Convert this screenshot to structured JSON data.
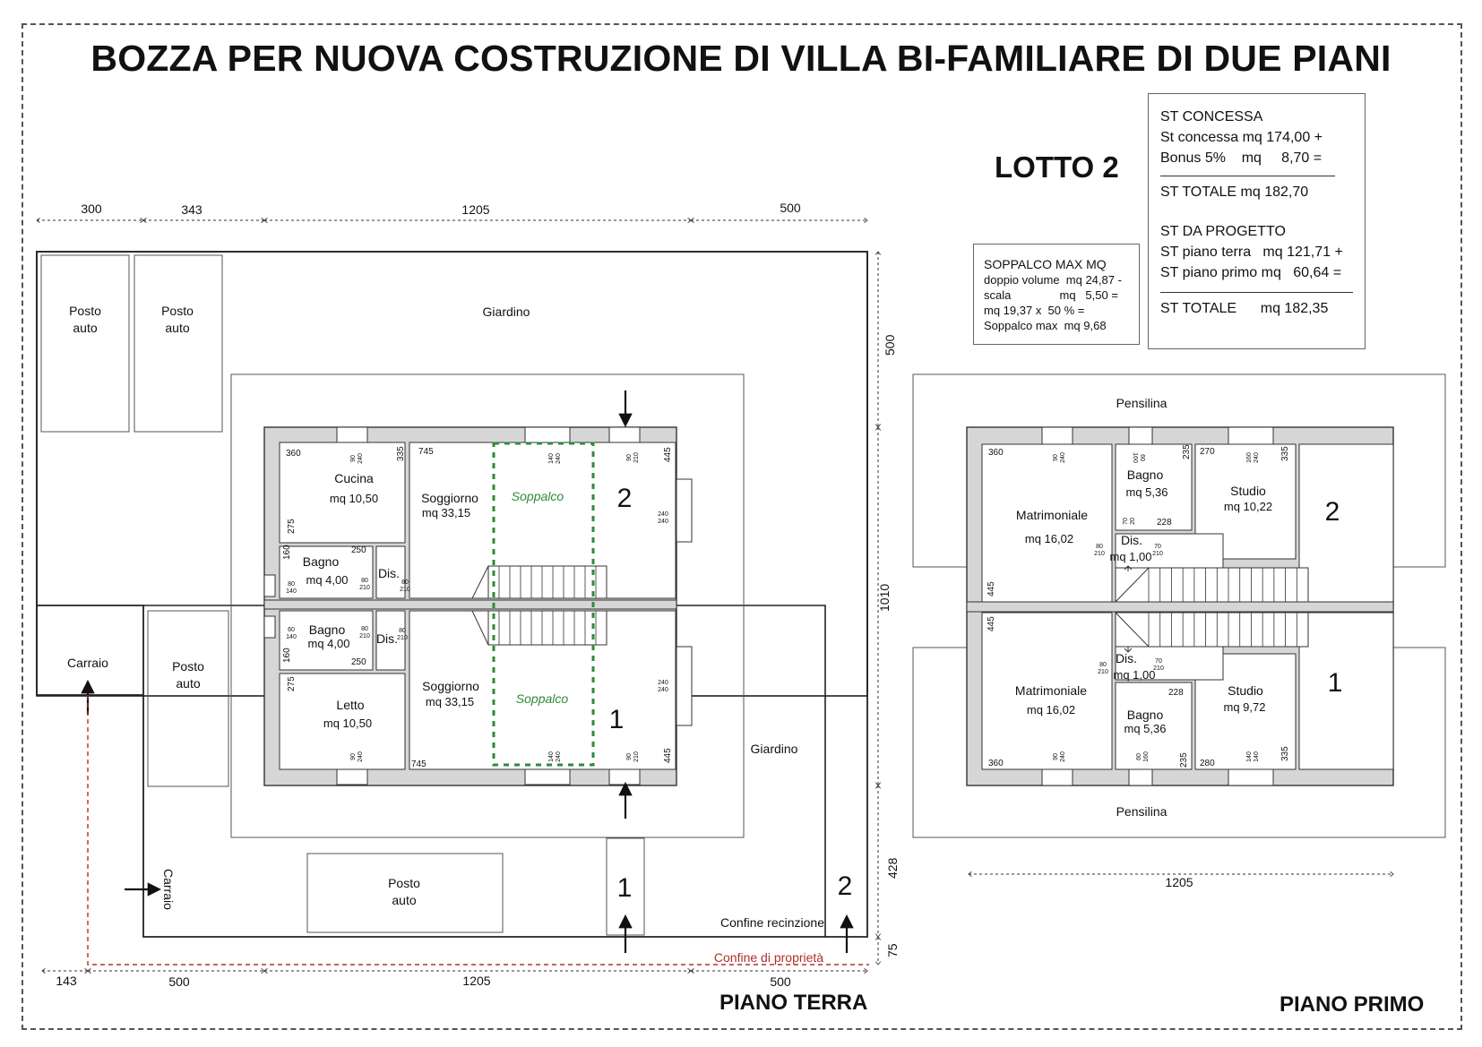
{
  "title": "BOZZA PER NUOVA COSTRUZIONE DI VILLA BI-FAMILIARE DI DUE PIANI",
  "lotto": "LOTTO 2",
  "floors": {
    "ground": "PIANO TERRA",
    "first": "PIANO PRIMO"
  },
  "st_box": {
    "l1": "ST CONCESSA",
    "l2": "St concessa mq 174,00 +",
    "l3": "Bonus 5%    mq     8,70 =",
    "l4": "ST TOTALE mq 182,70",
    "l5": "ST DA PROGETTO",
    "l6": "ST piano terra   mq 121,71 +",
    "l7": "ST piano primo mq   60,64 =",
    "l8": "ST TOTALE      mq 182,35"
  },
  "soppalco_box": {
    "l1": "SOPPALCO MAX MQ",
    "l2": "doppio volume  mq 24,87 -",
    "l3": "scala               mq   5,50 =",
    "l4": "mq 19,37 x  50 % =",
    "l5": "Soppalco max  mq 9,68"
  },
  "ground": {
    "posto_auto": [
      "Posto",
      "auto"
    ],
    "giardino": "Giardino",
    "carraio": "Carraio",
    "confine_recinzione": "Confine recinzione",
    "confine_proprieta": "Confine di proprietà",
    "cucina": "Cucina",
    "cucina_mq": "mq 10,50",
    "soggiorno": "Soggiorno",
    "soggiorno_mq": "mq 33,15",
    "soppalco": "Soppalco",
    "bagno": "Bagno",
    "bagno_mq": "mq 4,00",
    "dis": "Dis.",
    "letto": "Letto",
    "letto_mq": "mq 10,50",
    "unit1": "1",
    "unit2": "2"
  },
  "first": {
    "pensilina": "Pensilina",
    "matrimoniale": "Matrimoniale",
    "matrimoniale_mq": "mq 16,02",
    "bagno": "Bagno",
    "bagno_mq": "mq 5,36",
    "studio": "Studio",
    "studio_top_mq": "mq 10,22",
    "studio_bot_mq": "mq 9,72",
    "dis": "Dis.",
    "dis_mq": "mq 1,00",
    "unit1": "1",
    "unit2": "2"
  },
  "dims": {
    "top": [
      "300",
      "343",
      "1205",
      "500"
    ],
    "bottom": [
      "143",
      "500",
      "1205",
      "500"
    ],
    "right": [
      "500",
      "1010",
      "428",
      "75"
    ],
    "first_bottom": "1205",
    "rooms": [
      "360",
      "335",
      "745",
      "445",
      "275",
      "250",
      "160",
      "280",
      "235",
      "270",
      "228"
    ],
    "windows": [
      "90\n240",
      "140\n240",
      "90\n210",
      "80\n210",
      "80\n140",
      "60\n140",
      "240\n240",
      "70\n210",
      "70\n20",
      "60\n160",
      "160\n240",
      "140\n140"
    ]
  }
}
